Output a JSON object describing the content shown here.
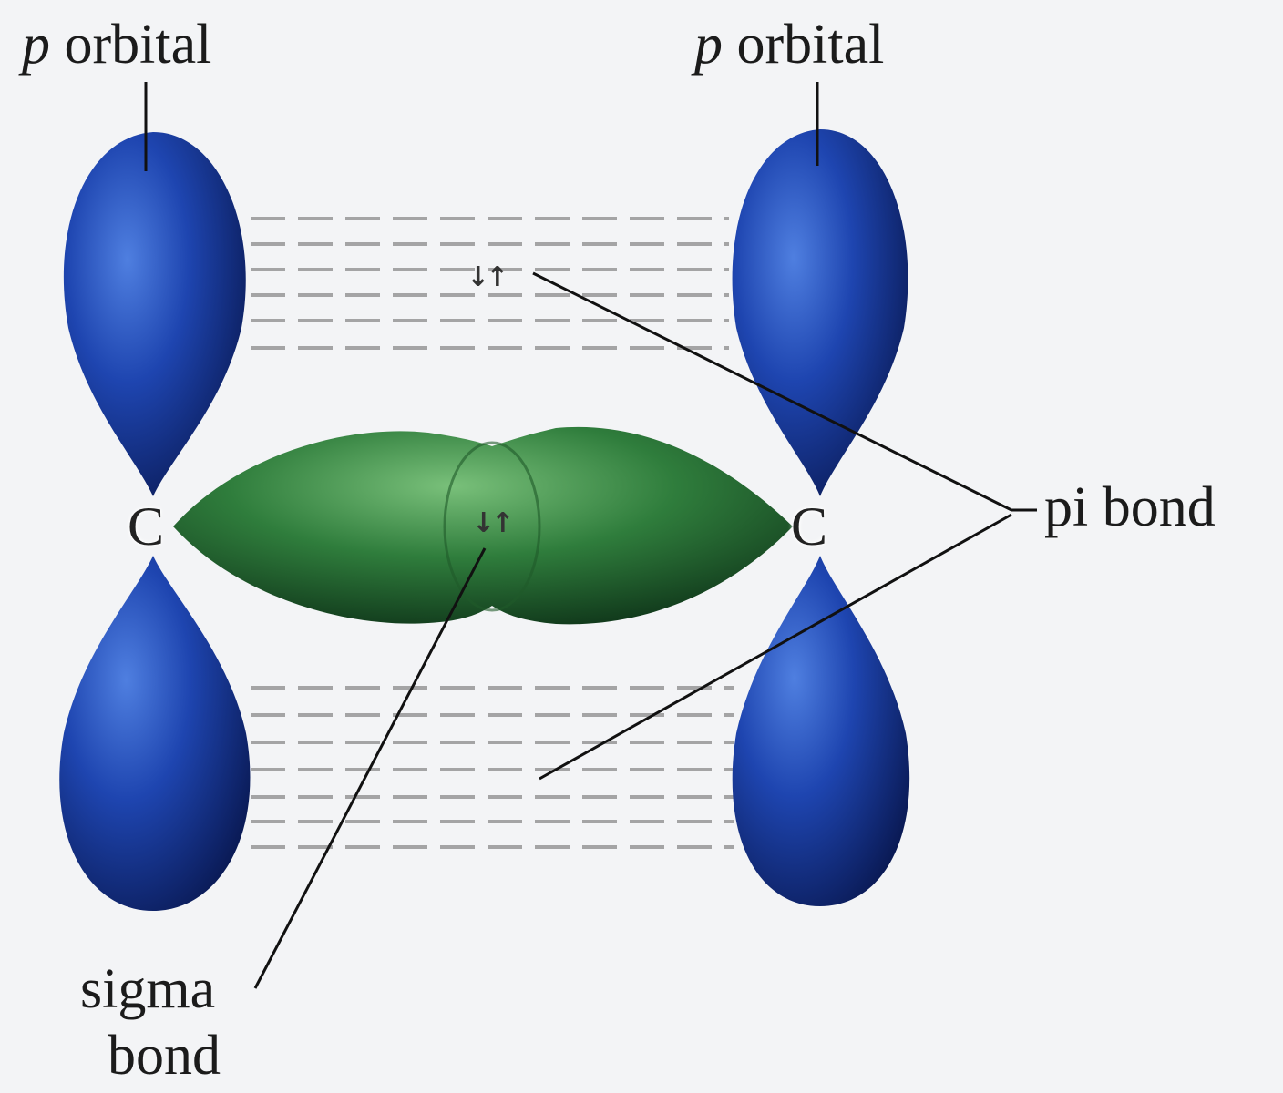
{
  "labels": {
    "p_orbital_left_italic": "p",
    "p_orbital_left_text": "orbital",
    "p_orbital_right_italic": "p",
    "p_orbital_right_text": "orbital",
    "pi_bond": "pi bond",
    "sigma": "sigma",
    "bond": "bond"
  },
  "atoms": {
    "left": "C",
    "right": "C"
  },
  "electron_pairs": {
    "pi": "↓↑",
    "sigma": "↓↑"
  },
  "colors": {
    "p_orbital": "#1b3f9a",
    "sigma_orbital": "#2e7a3a",
    "background": "#f3f4f6"
  }
}
